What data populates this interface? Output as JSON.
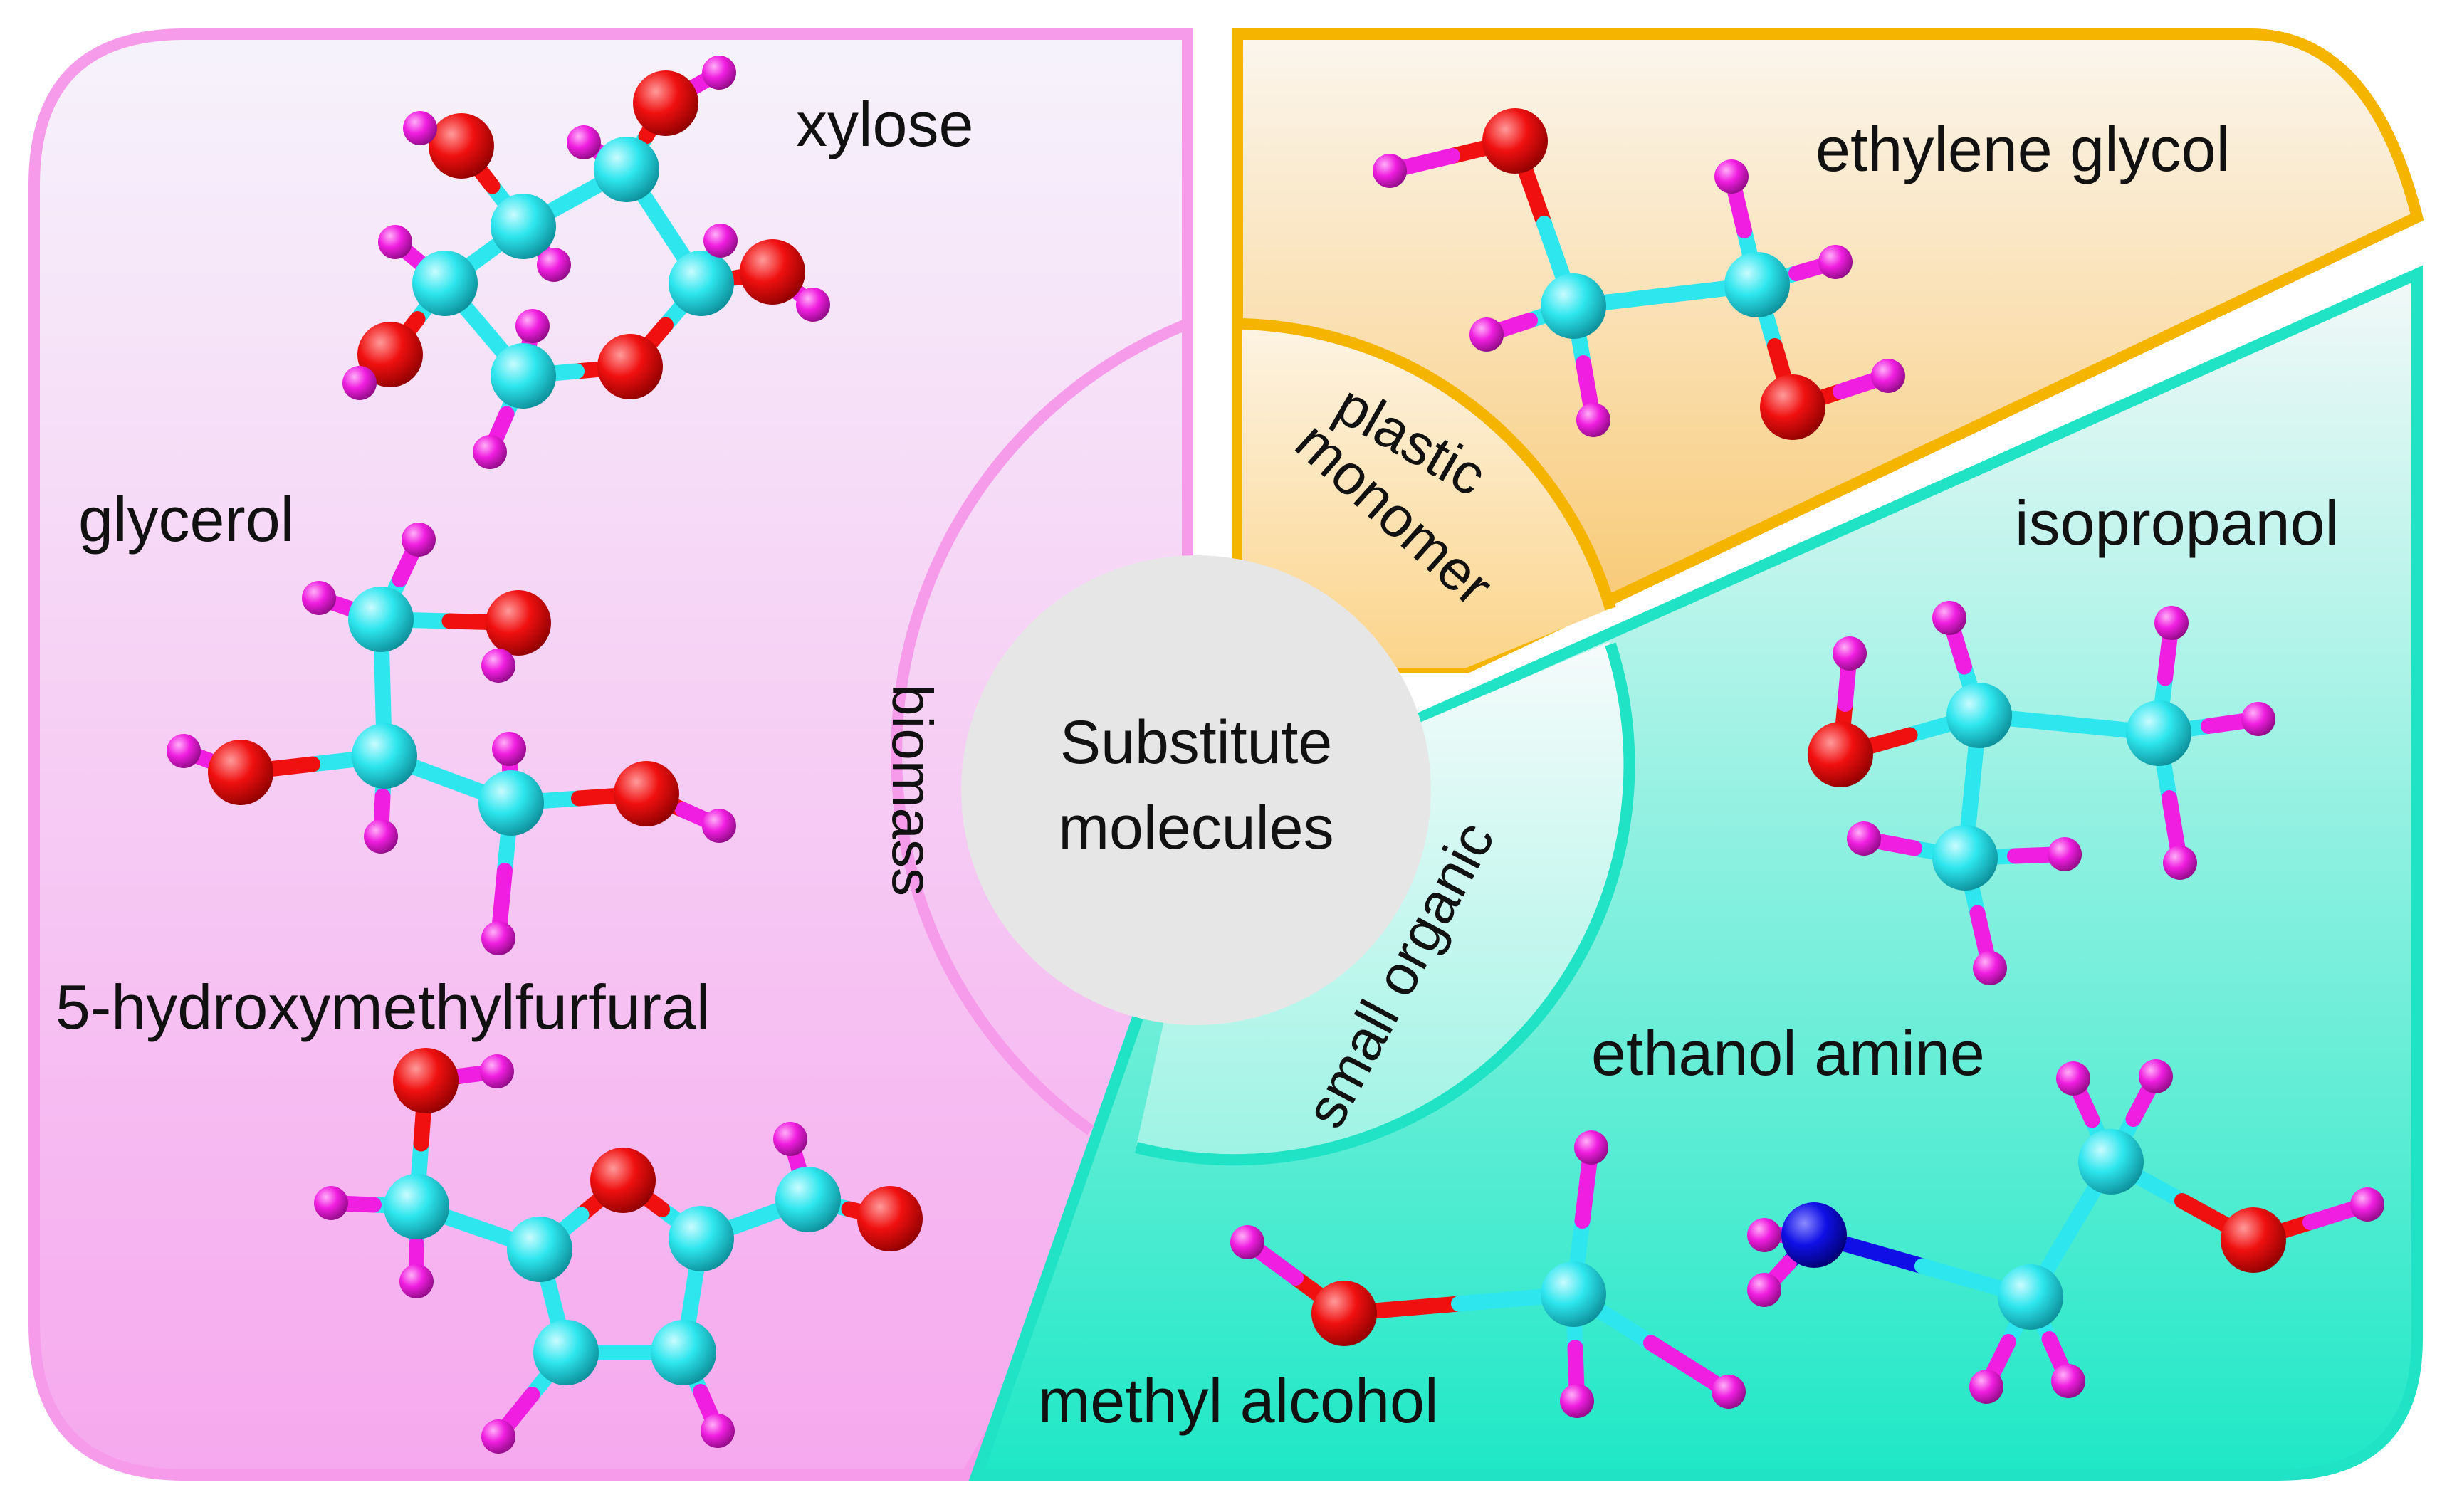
{
  "center": {
    "line1": "Substitute",
    "line2": "molecules"
  },
  "categories": {
    "biomass": {
      "label": "biomass",
      "color": "#f59bea"
    },
    "plastic": {
      "label_line1": "plastic",
      "label_line2": "monomer",
      "color": "#f5b400"
    },
    "small_organic": {
      "label": "small organic",
      "color": "#1fe3c4"
    }
  },
  "molecules": {
    "xylose": "xylose",
    "glycerol": "glycerol",
    "hmf": "5-hydroxymethylfurfural",
    "ethylene_glycol": "ethylene glycol",
    "isopropanol": "isopropanol",
    "ethanol_amine": "ethanol amine",
    "methyl_alcohol": "methyl alcohol"
  },
  "atom_colors": {
    "carbon": "#2ee6ee",
    "oxygen": "#f01010",
    "hydrogen": "#f01ee0",
    "nitrogen": "#1010e6"
  }
}
